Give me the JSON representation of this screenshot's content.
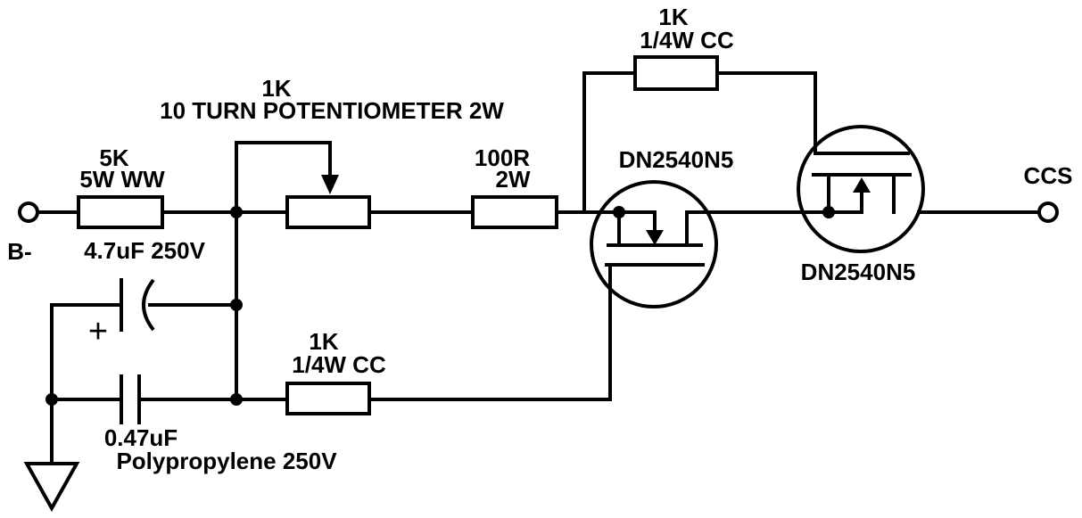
{
  "labels": {
    "r1_value": "5K",
    "r1_spec": "5W WW",
    "pot_value": "1K",
    "pot_spec": "10 TURN POTENTIOMETER 2W",
    "r2_value": "100R",
    "r2_spec": "2W",
    "r3_value": "1K",
    "r3_spec": "1/4W CC",
    "r4_value": "1K",
    "r4_spec": "1/4W CC",
    "c1_value": "4.7uF 250V",
    "c1_polarity": "+",
    "c2_value": "0.47uF",
    "c2_spec": "Polypropylene 250V",
    "q1_part": "DN2540N5",
    "q2_part": "DN2540N5",
    "input_terminal": "B-",
    "output_terminal": "CCS"
  }
}
